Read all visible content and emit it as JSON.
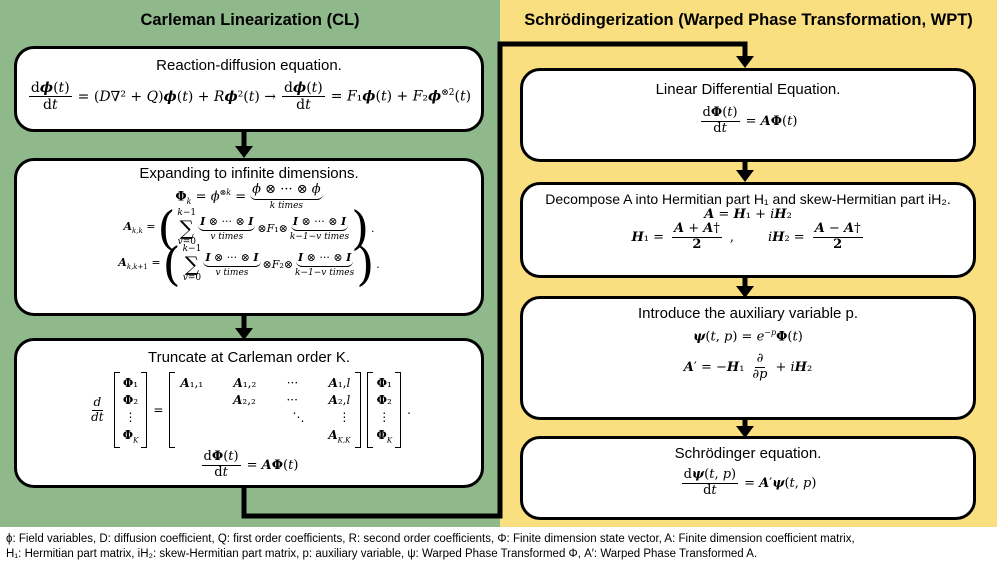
{
  "left_panel": {
    "title": "Carleman Linearization (CL)",
    "box1": {
      "title": "Reaction-diffusion equation."
    },
    "box2": {
      "title": "Expanding to infinite dimensions.",
      "k_times": "k times",
      "v_times": "v times",
      "kmv_times": "k−1−v times"
    },
    "box3": {
      "title": "Truncate at Carleman order K."
    }
  },
  "right_panel": {
    "title": "Schrödingerization (Warped Phase Transformation, WPT)",
    "box1": {
      "title": "Linear Differential Equation."
    },
    "box2": {
      "title": "Decompose A into Hermitian part H₁ and  skew-Hermitian part iH₂."
    },
    "box3": {
      "title": "Introduce the auxiliary variable p."
    },
    "box4": {
      "title": "Schrödinger equation."
    }
  },
  "footnote": {
    "line1": "ϕ: Field variables, D: diffusion coefficient, Q: first order coefficients, R: second order coefficients, Φ: Finite dimension state vector, A: Finite dimension coefficient matrix,",
    "line2": "H₁: Hermitian part matrix, iH₂: skew-Hermitian part matrix, p: auxiliary variable, ψ: Warped Phase Transformed Φ, A′: Warped Phase Transformed A."
  }
}
